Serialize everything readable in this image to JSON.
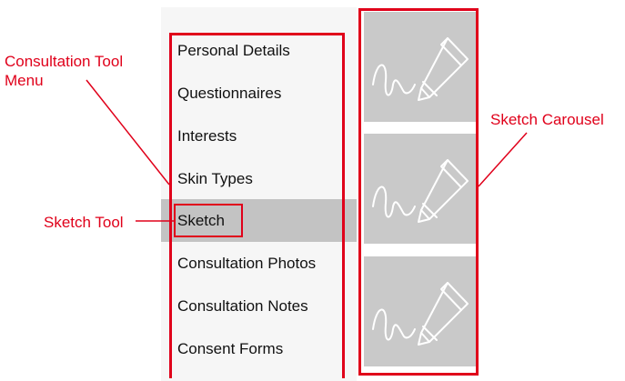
{
  "menu": {
    "items": [
      {
        "label": "Personal Details"
      },
      {
        "label": "Questionnaires"
      },
      {
        "label": "Interests"
      },
      {
        "label": "Skin Types"
      },
      {
        "label": "Sketch",
        "selected": true
      },
      {
        "label": "Consultation Photos"
      },
      {
        "label": "Consultation Notes"
      },
      {
        "label": "Consent Forms"
      }
    ]
  },
  "carousel": {
    "items": [
      {
        "icon": "sketch-pencil-icon"
      },
      {
        "icon": "sketch-pencil-icon"
      },
      {
        "icon": "sketch-pencil-icon"
      }
    ]
  },
  "annotations": {
    "menu_line1": "Consultation Tool",
    "menu_line2": "Menu",
    "sketch_tool": "Sketch Tool",
    "carousel": "Sketch Carousel"
  },
  "colors": {
    "annotation": "#e0001a",
    "menu_background": "#f6f6f6",
    "selected_background": "#c3c3c3",
    "thumbnail_background": "#c9c9c9"
  }
}
